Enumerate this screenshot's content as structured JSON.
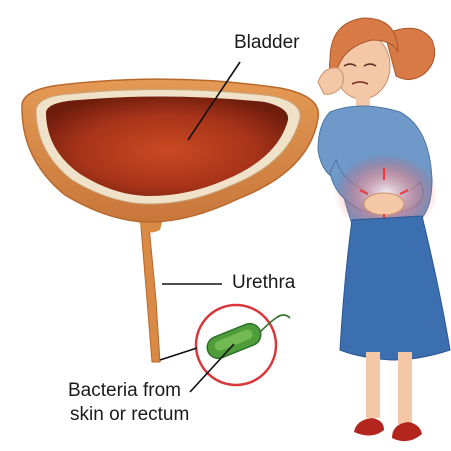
{
  "labels": {
    "bladder": "Bladder",
    "urethra": "Urethra",
    "bacteria_line1": "Bacteria from",
    "bacteria_line2": "skin or rectum"
  },
  "colors": {
    "bladder_outer": "#d98a45",
    "bladder_rim": "#efe2c9",
    "bladder_inner_dark": "#7a1f0c",
    "bladder_inner_mid": "#b53b1c",
    "urethra": "#d98a45",
    "bacteria_circle": "#d8383b",
    "bacteria_body": "#4f9c3a",
    "hair": "#d87a45",
    "shirt": "#6e99c8",
    "skirt": "#3b6fb0",
    "skin": "#f4c7a6",
    "shoes": "#b3261e",
    "pain_glow": "#e8383b"
  }
}
